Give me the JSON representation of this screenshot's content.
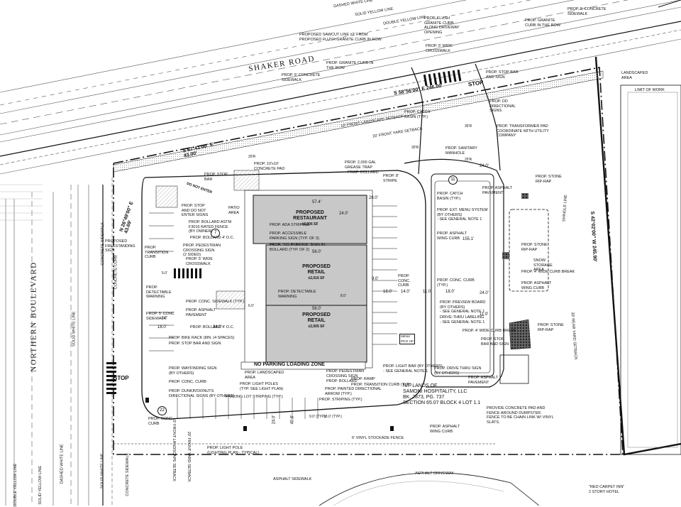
{
  "roads": {
    "shaker": "SHAKER ROAD",
    "northern": "NORTHERN BOULEVARD"
  },
  "buildings": {
    "restaurant": {
      "name": "PROPOSED\nRESTAURANT",
      "area": "±2,206 SF"
    },
    "retail1": {
      "name": "PROPOSED\nRETAIL",
      "area": "±2,016 SF"
    },
    "retail2": {
      "name": "PROPOSED\nRETAIL",
      "area": "±2,005 SF"
    }
  },
  "bearings": {
    "shaker_top": "S 58°56'00\" E   246.00'",
    "shaker_left": "S 67°41'00\" E\n43.00'",
    "north_left": "N 26°49'00\" E\n43.69'",
    "east_side": "S 42°02'00\" W   245.90'"
  },
  "owner": "N/F LANDS OF\nSAMONI HOSPITALITY, LLC\nBK. 2873, PG. 737\nSECTION 65.07  BLOCK 4  LOT 1.1",
  "markings": {
    "no_parking": "NO PARKING LOADING ZONE",
    "stop1": "STOP",
    "stop2": "STOP",
    "do_not_enter": "DO NOT ENTER",
    "menu_pick_up": "MENU\nPICK UP"
  },
  "circled": [
    "11",
    "7",
    "22"
  ],
  "labels": [
    {
      "t": "PROP. 5' CONCRETE\nSIDEWALK",
      "b": false
    },
    {
      "t": "PROPOSED SAWCUT LINE ±2' FROM\nPROPOSED FLUSH GRANITE CURB IN ROW",
      "b": false
    },
    {
      "t": "PROP. FLUSH\nGRANITE CURB\nALONG DRIVEWAY\nOPENING",
      "b": false
    },
    {
      "t": "PROP. GRANITE\nCURB IN THE ROW",
      "b": false
    },
    {
      "t": "PROP. 5' WIDE\nCROSSWALK",
      "b": false
    },
    {
      "t": "PROP. GRANITE CURB IN\nTHE ROW",
      "b": false
    },
    {
      "t": "PROP. STOP BAR\nAND SIGN",
      "b": false
    },
    {
      "t": "PROP. 5' CONCRETE\nSIDEWALK",
      "b": false
    },
    {
      "t": "PROP. DD\nDIRECTIONAL\nSIGNS",
      "b": false
    },
    {
      "t": "PROP. CATCH\nBASIN (TYP.)",
      "b": false
    },
    {
      "t": "PROP. TRANSFORMER PAD\nCOORDINATE WITH UTILITY\nCOMPANY",
      "b": false
    },
    {
      "t": "10' FRONT LANDSCAPE SETBACK",
      "b": false
    },
    {
      "t": "20' FRONT YARD SETBACK",
      "b": false
    },
    {
      "t": "PROP. SANITARY\nMANHOLE",
      "b": false
    },
    {
      "t": "PROP. 10'x10'\nCONCRETE PAD",
      "b": false
    },
    {
      "t": "PROP. 2,000 GAL\nGREASE TRAP",
      "b": false
    },
    {
      "t": "PROP. BOLLARD",
      "b": false
    },
    {
      "t": "PROP. 8'\nSTRIPE",
      "b": false
    },
    {
      "t": "PROP. STOP\nBAR",
      "b": false
    },
    {
      "t": "PROP. STOP\nAND DO NOT\nENTER SIGNS",
      "b": false
    },
    {
      "t": "PATIO\nAREA",
      "b": false
    },
    {
      "t": "PROP. BOLLARD ASTM\nF3016 RATED FENCE\n(BY OWNER)",
      "b": false
    },
    {
      "t": "PROP. ADA STRIPING",
      "b": false
    },
    {
      "t": "PROP. ACCESSIBLE\nPARKING SIGN (TYP. OF 3)",
      "b": false
    },
    {
      "t": "PROP. BOLLARD 4' O.C.",
      "b": false
    },
    {
      "t": "PROP. \"NO PARKING\" SIGN IN\nBOLLARD (TYP. OF 2)",
      "b": false
    },
    {
      "t": "PROP. PEDESTRIAN\nCROSSING SIGN\n(2 SIDED)",
      "b": false
    },
    {
      "t": "PROPOSED\nFREESTANDING\nSIGN",
      "b": false
    },
    {
      "t": "PROP.\nTRANSITION\nCURB",
      "b": false
    },
    {
      "t": "PROP. 5' WIDE\nCROSSWALK",
      "b": false
    },
    {
      "t": "PROP.\nDETECTABLE\nWARNING",
      "b": false
    },
    {
      "t": "PROP. 5' CONC\nSIDEWALK",
      "b": false
    },
    {
      "t": "PROP. DETECTABLE\nWARNING",
      "b": false
    },
    {
      "t": "PROP. CONC. SIDEWALK (TYP.)",
      "b": false
    },
    {
      "t": "PROP. ASPHALT\nPAVEMENT",
      "b": false
    },
    {
      "t": "PROP. BOLLARD 4' O.C.",
      "b": false
    },
    {
      "t": "PROP. BIKE RACK (8IN. (4 SPACES)",
      "b": false
    },
    {
      "t": "PROP. STOP BAR AND SIGN",
      "b": false
    },
    {
      "t": "PROP. WAYFINDING SIGN\n(BY OTHERS)",
      "b": false
    },
    {
      "t": "PROP. CONC. CURB",
      "b": false
    },
    {
      "t": "PROP. DUNKIN'DONUTS\nDIRECTIONAL SIGNS (BY OTHERS)",
      "b": false
    },
    {
      "t": "PROP. LANDSCAPED\nAREA",
      "b": false
    },
    {
      "t": "PROP. LIGHT POLES\n(TYP. SEE LIGHT PLAN)",
      "b": false
    },
    {
      "t": "PARKING LOT STRIPING (TYP.)",
      "b": false
    },
    {
      "t": "PROP. PEDESTRIAN\nCROSSING SIGN",
      "b": false
    },
    {
      "t": "PROP. BOLLARD",
      "b": false
    },
    {
      "t": "PROP. RAMP",
      "b": false
    },
    {
      "t": "PROP. TRANSITION CURB (TYP.)",
      "b": false
    },
    {
      "t": "PROP. PAINTED DIRECTIONAL\nARROW (TYP.)",
      "b": false
    },
    {
      "t": "PROP. STRIPING (TYP.)",
      "b": false
    },
    {
      "t": "PROP. LIGHT BAR (BY OTHERS)\n- SEE GENERAL NOTE 1",
      "b": false
    },
    {
      "t": "PROP. DRIVE THRU SIGN\n(BY OTHERS)",
      "b": false
    },
    {
      "t": "PROP. ASPHALT\nPAVEMENT",
      "b": false
    },
    {
      "t": "PROP. CONC.\nCURB",
      "b": false
    },
    {
      "t": "PROP. LIGHT POLE\n(LIGHTING PLAN - TYPICAL)",
      "b": false
    },
    {
      "t": "6' VINYL STOCKADE FENCE",
      "b": false
    },
    {
      "t": "PROP. ASPHALT\nWING CURB",
      "b": false
    },
    {
      "t": "PROVIDE CONCRETE PAD AND\nFENCE AROUND DUMPSTER.\nFENCE TO BE CHAIN LINK W/ VINYL\nSLATS.",
      "b": false
    },
    {
      "t": "PROP. STONE\nRIP-RAP",
      "b": false
    },
    {
      "t": "PROP. CATCH\nBASIN (TYP.)",
      "b": false
    },
    {
      "t": "PROP. ASPHALT\nPAVEMENT",
      "b": false
    },
    {
      "t": "PROP. EXT. MENU SYSTEM\n(BY OTHERS)\n- SEE GENERAL NOTE 1",
      "b": false
    },
    {
      "t": "PROP. ASPHALT\nWING CURB",
      "b": false
    },
    {
      "t": "PROP. STONE\nRIP-RAP",
      "b": false
    },
    {
      "t": "SNOW\nSTORAGE\nAREA",
      "b": false
    },
    {
      "t": "PROP. 4' WIDE CURB BREAK",
      "b": false
    },
    {
      "t": "PROP. ASPHALT\nWING CURB",
      "b": false
    },
    {
      "t": "PROP.\nCONC.\nCURB",
      "b": false
    },
    {
      "t": "PROP. CONC. CURB\n(TYP.)",
      "b": false
    },
    {
      "t": "PROP. PREVIEW BOARD\n(BY OTHERS)\n- SEE GENERAL NOTE 1",
      "b": false
    },
    {
      "t": "DRIVE-THRU LABELING\n- SEE GENERAL NOTE 1",
      "b": false
    },
    {
      "t": "PROP. 4' WIDE CURB BREAK",
      "b": false
    },
    {
      "t": "PROP. STOP\nBAR AND SIGN",
      "b": false
    },
    {
      "t": "PROP. STONE\nRIP-RAP",
      "b": false
    },
    {
      "t": "ASPHALT SIDEWALK",
      "b": false
    },
    {
      "t": "ASPHALT DRIVEWAY",
      "b": false
    },
    {
      "t": "\"RED CARPET INN\"\n2 STORY HOTEL",
      "b": false
    },
    {
      "t": "LANDSCAPED\nAREA",
      "b": false
    },
    {
      "t": "LIMIT OF WORK",
      "b": false
    },
    {
      "t": "DASHED WHITE LINE",
      "b": false
    },
    {
      "t": "SOLID YELLOW LINE",
      "b": false
    },
    {
      "t": "SOLID WHITE LINE",
      "b": false
    },
    {
      "t": "CONCRETE SIDEWALK",
      "b": false
    },
    {
      "t": "SOLID WHITE LINE",
      "b": false
    },
    {
      "t": "DASHED WHITE LINE",
      "b": false
    },
    {
      "t": "DOUBLE YELLOW LINE",
      "b": false
    },
    {
      "t": "SOLID YELLOW LINE",
      "b": false
    },
    {
      "t": "DOUBLE YELLOW LINE",
      "b": false
    },
    {
      "t": "CONCRETE SIDEWALK",
      "b": false
    },
    {
      "t": "CONCRETE CURB",
      "b": false
    },
    {
      "t": "SHINGLE LINE",
      "b": false
    },
    {
      "t": "30' REAR YARD SETBACK",
      "b": false
    },
    {
      "t": "10' FRONT LANDSCAPE SETBACK",
      "b": false
    },
    {
      "t": "20' FRONT YARD SETBACK",
      "b": false
    }
  ],
  "dims": [
    "24.0'",
    "24.0'",
    "155.1'",
    "57.4'",
    "56.0'",
    "56.0'",
    "28.0'",
    "9.0'",
    "18.0'",
    "18.0'",
    "18.0'",
    "14.0'",
    "11.0'",
    "24.0'",
    "24.0'",
    "40.6'",
    "24.0'",
    "9.0'\n(TYP.)",
    "18.0'\n(TYP.)",
    "11.0'",
    "20'R",
    "25'R",
    "30'R",
    "35'R",
    "5.0'",
    "5.0'",
    "6.0'",
    "8.0'"
  ],
  "colors": {
    "line": "#111111",
    "hatch": "#777777",
    "building": "#c8c8c8",
    "stone": "#333333"
  }
}
